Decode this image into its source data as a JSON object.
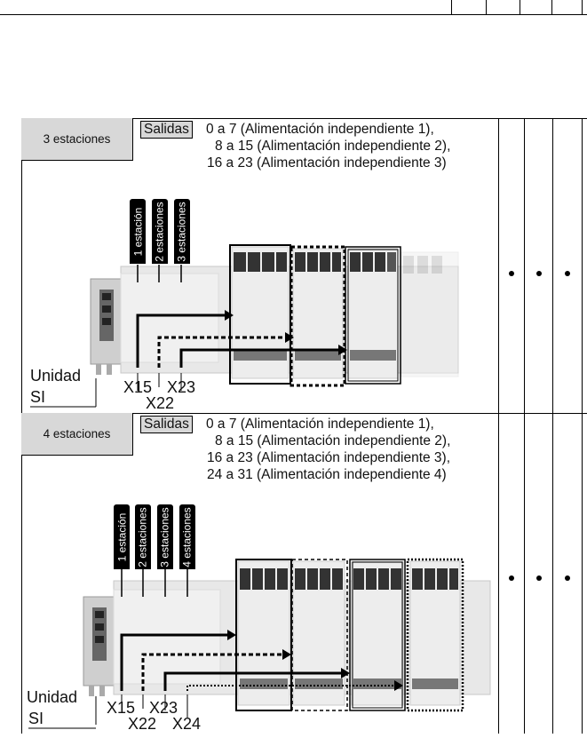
{
  "rows": [
    {
      "label": "3 estaciones",
      "salidas": "Salidas",
      "outputs": [
        "0 a 7 (Alimentación independiente 1),",
        "8 a 15 (Alimentación independiente 2),",
        "16 a 23 (Alimentación independiente 3)"
      ],
      "tags": [
        "1 estación",
        "2 estaciones",
        "3 estaciones"
      ],
      "unit_label": "Unidad",
      "si_label": "SI",
      "connectors": [
        "X15",
        "X23",
        "X22"
      ],
      "marks": [
        "•",
        "•",
        "•"
      ]
    },
    {
      "label": "4 estaciones",
      "salidas": "Salidas",
      "outputs": [
        "0 a 7 (Alimentación independiente 1),",
        "8 a 15 (Alimentación independiente 2),",
        "16 a 23 (Alimentación independiente 3),",
        "24 a 31 (Alimentación independiente 4)"
      ],
      "tags": [
        "1 estación",
        "2 estaciones",
        "3 estaciones",
        "4 estaciones"
      ],
      "unit_label": "Unidad",
      "si_label": "SI",
      "connectors": [
        "X15",
        "X23",
        "X22",
        "X24"
      ],
      "marks": [
        "•",
        "•",
        "•"
      ]
    }
  ]
}
